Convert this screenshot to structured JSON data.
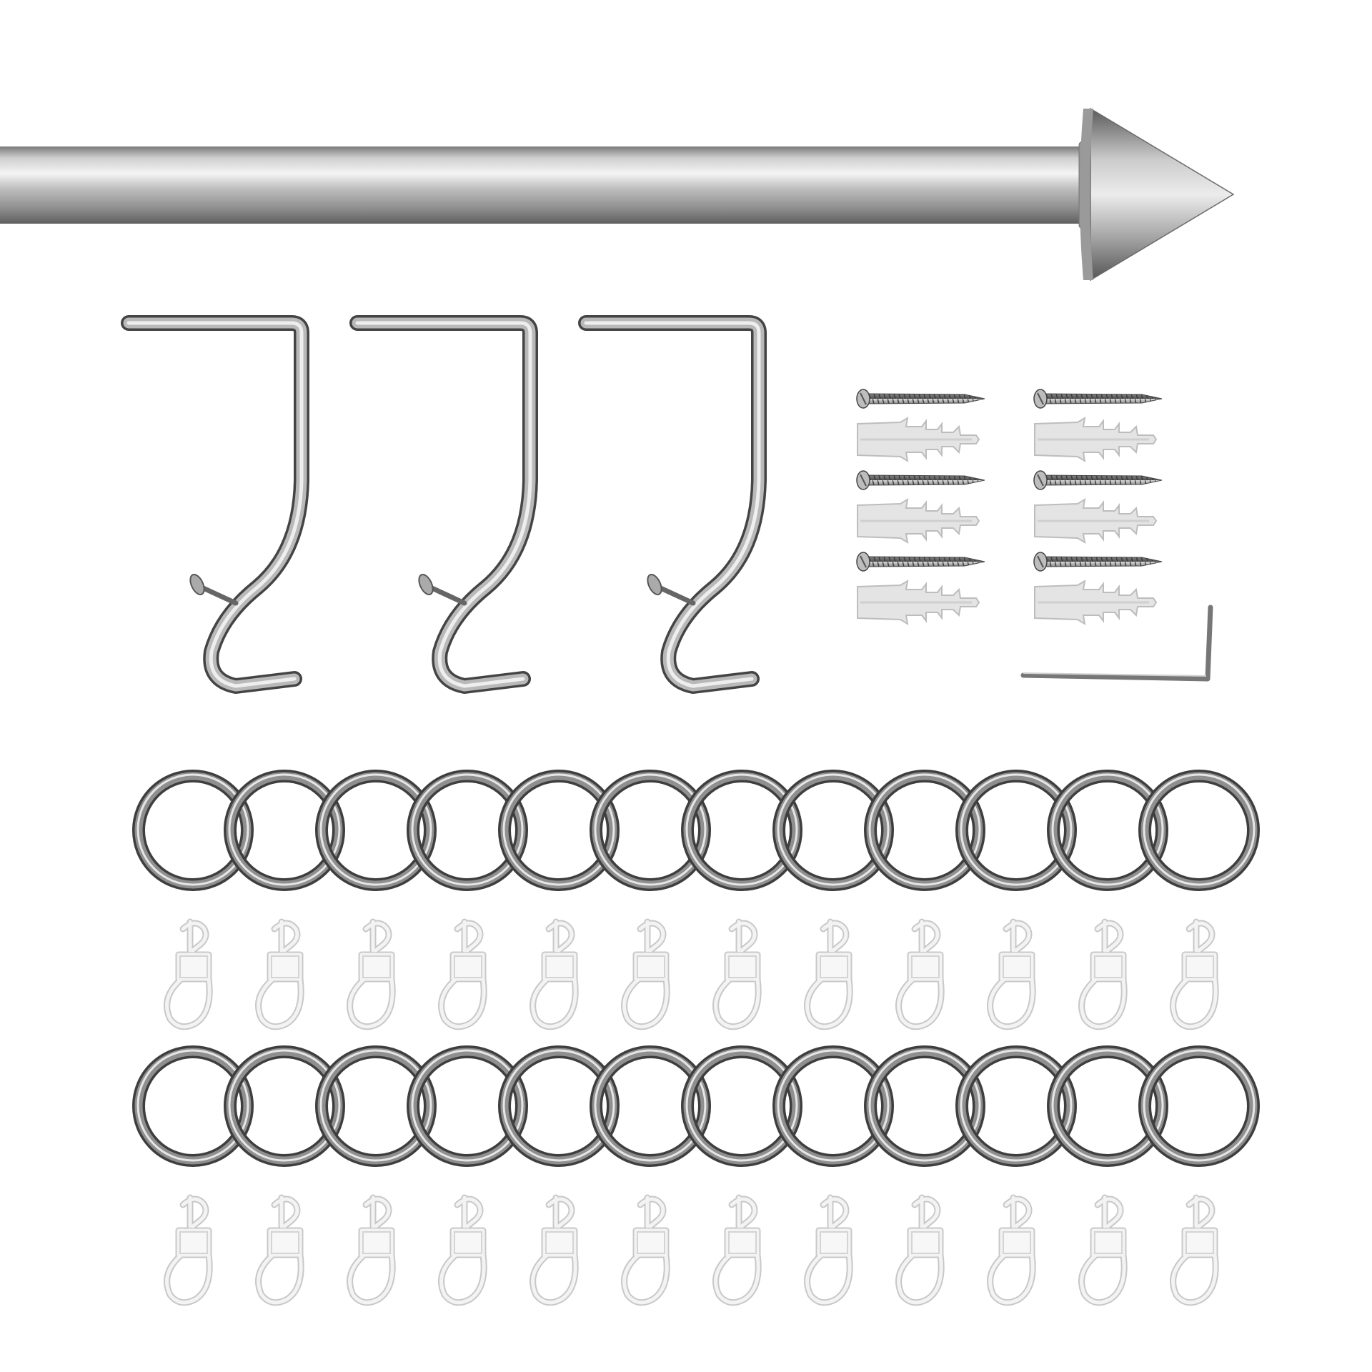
{
  "components": {
    "rod": {
      "count": 1,
      "finial": "cone"
    },
    "brackets": {
      "count": 3
    },
    "screws": {
      "count": 6
    },
    "wall_plugs": {
      "count": 6
    },
    "allen_key": {
      "count": 1
    },
    "rings": {
      "count": 24,
      "rows": 2,
      "per_row": 12
    },
    "ring_hooks": {
      "count": 24,
      "rows": 2,
      "per_row": 12
    }
  },
  "colors": {
    "background": "#ffffff",
    "steel_light": "#eeeeee",
    "steel_mid": "#b9b9b9",
    "steel_dark": "#6f6f6f",
    "steel_edge": "#444444",
    "plastic_fill": "#f3f3f3",
    "plastic_edge": "#c8c8c8",
    "plug_fill": "#e4e4e4",
    "plug_edge": "#bdbdbd"
  }
}
